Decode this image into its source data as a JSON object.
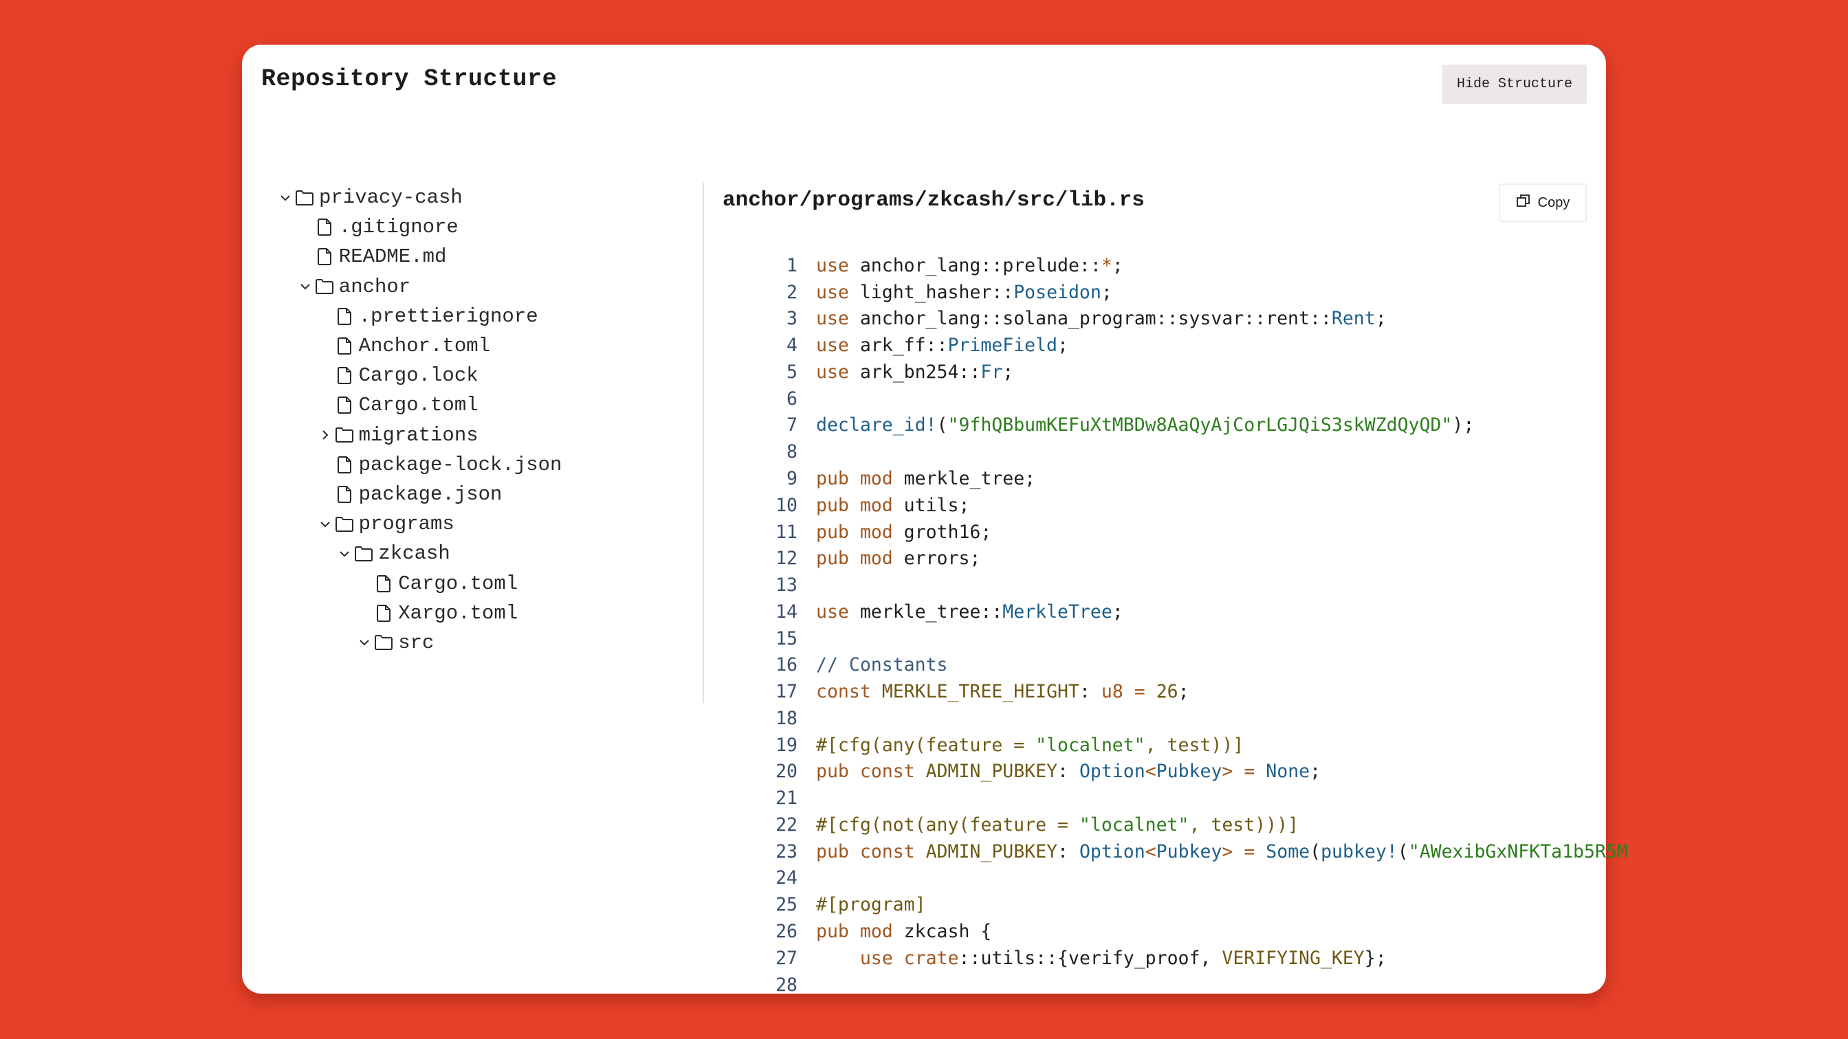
{
  "header": {
    "title": "Repository Structure",
    "hide_button": "Hide Structure"
  },
  "colors": {
    "background": "#E8412A",
    "card": "#FFFFFF",
    "button_bg": "#ECE8E7",
    "keyword": "#A0561E",
    "type": "#1F5F8B",
    "string": "#2E7D1E",
    "attribute": "#6E5A14",
    "line_number": "#3B4F6A"
  },
  "tree": [
    {
      "name": "privacy-cash",
      "type": "folder",
      "depth": 0,
      "expanded": true
    },
    {
      "name": ".gitignore",
      "type": "file",
      "depth": 1
    },
    {
      "name": "README.md",
      "type": "file",
      "depth": 1
    },
    {
      "name": "anchor",
      "type": "folder",
      "depth": 1,
      "expanded": true
    },
    {
      "name": ".prettierignore",
      "type": "file",
      "depth": 2
    },
    {
      "name": "Anchor.toml",
      "type": "file",
      "depth": 2
    },
    {
      "name": "Cargo.lock",
      "type": "file",
      "depth": 2
    },
    {
      "name": "Cargo.toml",
      "type": "file",
      "depth": 2
    },
    {
      "name": "migrations",
      "type": "folder",
      "depth": 2,
      "expanded": false
    },
    {
      "name": "package-lock.json",
      "type": "file",
      "depth": 2
    },
    {
      "name": "package.json",
      "type": "file",
      "depth": 2
    },
    {
      "name": "programs",
      "type": "folder",
      "depth": 2,
      "expanded": true
    },
    {
      "name": "zkcash",
      "type": "folder",
      "depth": 3,
      "expanded": true
    },
    {
      "name": "Cargo.toml",
      "type": "file",
      "depth": 4
    },
    {
      "name": "Xargo.toml",
      "type": "file",
      "depth": 4
    },
    {
      "name": "src",
      "type": "folder",
      "depth": 4,
      "expanded": true
    }
  ],
  "viewer": {
    "file_path": "anchor/programs/zkcash/src/lib.rs",
    "copy_label": "Copy",
    "lines": [
      {
        "n": "1",
        "tokens": [
          [
            "kw",
            "use"
          ],
          [
            "plain",
            " anchor_lang::prelude::"
          ],
          [
            "op",
            "*"
          ],
          [
            "plain",
            ";"
          ]
        ]
      },
      {
        "n": "2",
        "tokens": [
          [
            "kw",
            "use"
          ],
          [
            "plain",
            " light_hasher::"
          ],
          [
            "ty",
            "Poseidon"
          ],
          [
            "plain",
            ";"
          ]
        ]
      },
      {
        "n": "3",
        "tokens": [
          [
            "kw",
            "use"
          ],
          [
            "plain",
            " anchor_lang::solana_program::sysvar::rent::"
          ],
          [
            "ty",
            "Rent"
          ],
          [
            "plain",
            ";"
          ]
        ]
      },
      {
        "n": "4",
        "tokens": [
          [
            "kw",
            "use"
          ],
          [
            "plain",
            " ark_ff::"
          ],
          [
            "ty",
            "PrimeField"
          ],
          [
            "plain",
            ";"
          ]
        ]
      },
      {
        "n": "5",
        "tokens": [
          [
            "kw",
            "use"
          ],
          [
            "plain",
            " ark_bn254::"
          ],
          [
            "ty",
            "Fr"
          ],
          [
            "plain",
            ";"
          ]
        ]
      },
      {
        "n": "6",
        "tokens": []
      },
      {
        "n": "7",
        "tokens": [
          [
            "fn",
            "declare_id!"
          ],
          [
            "plain",
            "("
          ],
          [
            "str",
            "\"9fhQBbumKEFuXtMBDw8AaQyAjCorLGJQiS3skWZdQyQD\""
          ],
          [
            "plain",
            ");"
          ]
        ]
      },
      {
        "n": "8",
        "tokens": []
      },
      {
        "n": "9",
        "tokens": [
          [
            "kw",
            "pub"
          ],
          [
            "plain",
            " "
          ],
          [
            "kw",
            "mod"
          ],
          [
            "plain",
            " merkle_tree;"
          ]
        ]
      },
      {
        "n": "10",
        "tokens": [
          [
            "kw",
            "pub"
          ],
          [
            "plain",
            " "
          ],
          [
            "kw",
            "mod"
          ],
          [
            "plain",
            " utils;"
          ]
        ]
      },
      {
        "n": "11",
        "tokens": [
          [
            "kw",
            "pub"
          ],
          [
            "plain",
            " "
          ],
          [
            "kw",
            "mod"
          ],
          [
            "plain",
            " groth16;"
          ]
        ]
      },
      {
        "n": "12",
        "tokens": [
          [
            "kw",
            "pub"
          ],
          [
            "plain",
            " "
          ],
          [
            "kw",
            "mod"
          ],
          [
            "plain",
            " errors;"
          ]
        ]
      },
      {
        "n": "13",
        "tokens": []
      },
      {
        "n": "14",
        "tokens": [
          [
            "kw",
            "use"
          ],
          [
            "plain",
            " merkle_tree::"
          ],
          [
            "ty",
            "MerkleTree"
          ],
          [
            "plain",
            ";"
          ]
        ]
      },
      {
        "n": "15",
        "tokens": []
      },
      {
        "n": "16",
        "tokens": [
          [
            "com",
            "// Constants"
          ]
        ]
      },
      {
        "n": "17",
        "tokens": [
          [
            "kw",
            "const"
          ],
          [
            "plain",
            " "
          ],
          [
            "const",
            "MERKLE_TREE_HEIGHT"
          ],
          [
            "plain",
            ": "
          ],
          [
            "kw",
            "u8"
          ],
          [
            "plain",
            " "
          ],
          [
            "op",
            "="
          ],
          [
            "plain",
            " "
          ],
          [
            "num",
            "26"
          ],
          [
            "plain",
            ";"
          ]
        ]
      },
      {
        "n": "18",
        "tokens": []
      },
      {
        "n": "19",
        "tokens": [
          [
            "attr",
            "#[cfg(any(feature = "
          ],
          [
            "str",
            "\"localnet\""
          ],
          [
            "attr",
            ", test))]"
          ]
        ]
      },
      {
        "n": "20",
        "tokens": [
          [
            "kw",
            "pub"
          ],
          [
            "plain",
            " "
          ],
          [
            "kw",
            "const"
          ],
          [
            "plain",
            " "
          ],
          [
            "const",
            "ADMIN_PUBKEY"
          ],
          [
            "plain",
            ": "
          ],
          [
            "ty",
            "Option"
          ],
          [
            "op",
            "<"
          ],
          [
            "ty",
            "Pubkey"
          ],
          [
            "op",
            ">"
          ],
          [
            "plain",
            " "
          ],
          [
            "op",
            "="
          ],
          [
            "plain",
            " "
          ],
          [
            "ty",
            "None"
          ],
          [
            "plain",
            ";"
          ]
        ]
      },
      {
        "n": "21",
        "tokens": []
      },
      {
        "n": "22",
        "tokens": [
          [
            "attr",
            "#[cfg(not(any(feature = "
          ],
          [
            "str",
            "\"localnet\""
          ],
          [
            "attr",
            ", test)))]"
          ]
        ]
      },
      {
        "n": "23",
        "tokens": [
          [
            "kw",
            "pub"
          ],
          [
            "plain",
            " "
          ],
          [
            "kw",
            "const"
          ],
          [
            "plain",
            " "
          ],
          [
            "const",
            "ADMIN_PUBKEY"
          ],
          [
            "plain",
            ": "
          ],
          [
            "ty",
            "Option"
          ],
          [
            "op",
            "<"
          ],
          [
            "ty",
            "Pubkey"
          ],
          [
            "op",
            ">"
          ],
          [
            "plain",
            " "
          ],
          [
            "op",
            "="
          ],
          [
            "plain",
            " "
          ],
          [
            "ty",
            "Some"
          ],
          [
            "plain",
            "("
          ],
          [
            "fn",
            "pubkey!"
          ],
          [
            "plain",
            "("
          ],
          [
            "str",
            "\"AWexibGxNFKTa1b5R5M"
          ]
        ]
      },
      {
        "n": "24",
        "tokens": []
      },
      {
        "n": "25",
        "tokens": [
          [
            "attr",
            "#[program]"
          ]
        ]
      },
      {
        "n": "26",
        "tokens": [
          [
            "kw",
            "pub"
          ],
          [
            "plain",
            " "
          ],
          [
            "kw",
            "mod"
          ],
          [
            "plain",
            " zkcash {"
          ]
        ]
      },
      {
        "n": "27",
        "tokens": [
          [
            "plain",
            "    "
          ],
          [
            "kw",
            "use"
          ],
          [
            "plain",
            " "
          ],
          [
            "kw",
            "crate"
          ],
          [
            "plain",
            "::utils::{verify_proof, "
          ],
          [
            "const",
            "VERIFYING_KEY"
          ],
          [
            "plain",
            "};"
          ]
        ]
      },
      {
        "n": "28",
        "tokens": []
      }
    ]
  }
}
